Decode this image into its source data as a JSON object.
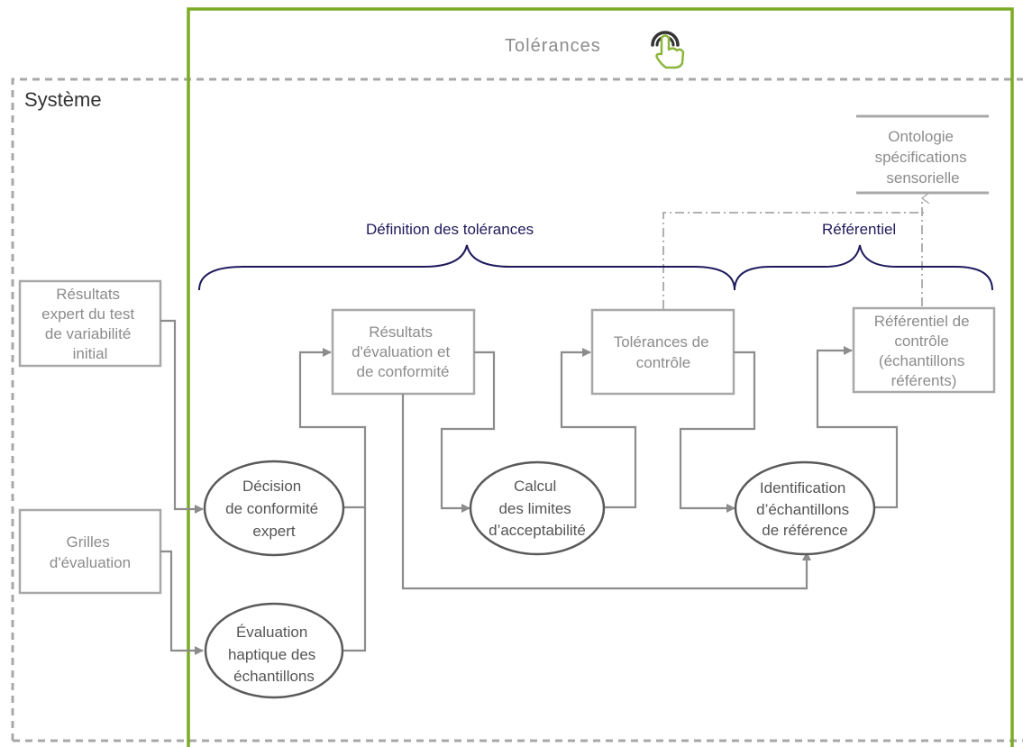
{
  "tolerances_frame": {
    "title": "Tolérances",
    "icon": "touch-icon"
  },
  "system_frame": {
    "title": "Système"
  },
  "colors": {
    "frame_green": "#7cab26",
    "frame_dashed": "#a8a8a8",
    "box_stroke": "#a8a8a8",
    "box_text": "#8c8c8c",
    "oval_stroke": "#5a5a5a",
    "arrow": "#8c8c8c",
    "brace": "#1f1a5c"
  },
  "labels": {
    "definition_tolerances": "Définition des tolérances",
    "referentiel": "Référentiel"
  },
  "datastore": {
    "ontologie": [
      "Ontologie",
      "spécifications",
      "sensorielle"
    ]
  },
  "boxes": {
    "resultats_expert": [
      "Résultats",
      "expert du test",
      "de variabilité",
      "initial"
    ],
    "grilles": [
      "Grilles",
      "d'évaluation"
    ],
    "resultats_evaluation": [
      "Résultats",
      "d'évaluation et",
      "de conformité"
    ],
    "tolerances_controle": [
      "Tolérances de",
      "contrôle"
    ],
    "referentiel_controle": [
      "Référentiel de",
      "contrôle",
      "(échantillons",
      "référents)"
    ]
  },
  "processes": {
    "decision": [
      "Décision",
      "de conformité",
      "expert"
    ],
    "evaluation": [
      "Évaluation",
      "haptique des",
      "échantillons"
    ],
    "calcul": [
      "Calcul",
      "des limites",
      "d’acceptabilité"
    ],
    "identification": [
      "Identification",
      "d’échantillons",
      "de référence"
    ]
  }
}
